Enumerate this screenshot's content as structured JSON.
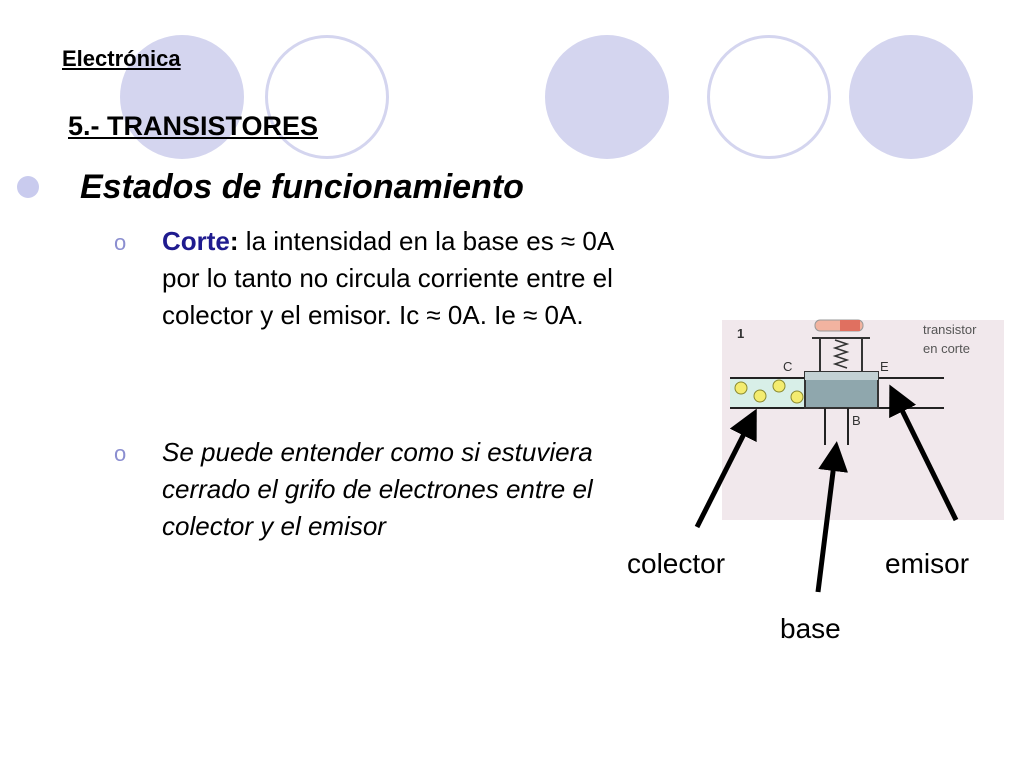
{
  "header": {
    "top_label": "Electrónica",
    "section_title": "5.- TRANSISTORES"
  },
  "content": {
    "heading": "Estados de funcionamiento",
    "bullet_marker": "o",
    "item1": {
      "keyword": "Corte",
      "colon": ":",
      "text": " la intensidad en la base es ≈ 0A por lo tanto no circula corriente entre el colector y el emisor. Ic ≈ 0A. Ie ≈ 0A."
    },
    "item2": {
      "text": "Se puede entender como si estuviera cerrado el grifo de electrones entre el colector y el emisor"
    }
  },
  "figure": {
    "caption": "transistor en corte",
    "caption_line1": "transistor",
    "caption_line2": "en corte",
    "panel_number": "1",
    "letter_c": "C",
    "letter_e": "E",
    "letter_b": "B",
    "label_colector": "colector",
    "label_base": "base",
    "label_emisor": "emisor"
  },
  "colors": {
    "decoration": "#d4d5ef",
    "keyword": "#1f1b8f",
    "bullet": "#8b8ed0",
    "figure_bg": "#f1e8ec"
  }
}
